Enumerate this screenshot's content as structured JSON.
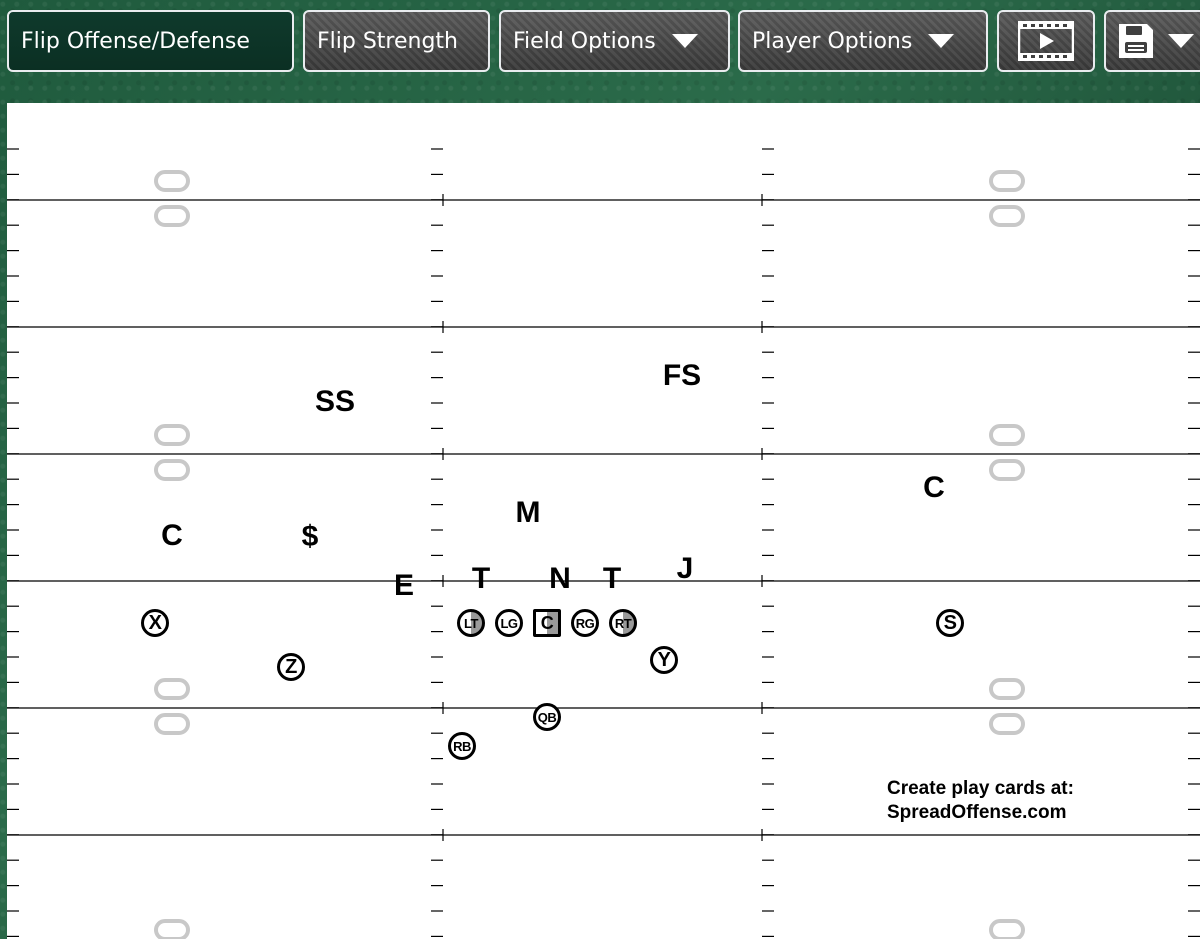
{
  "toolbar": {
    "flip_offense_defense": "Flip Offense/Defense",
    "flip_strength": "Flip Strength",
    "field_options": "Field Options",
    "player_options": "Player Options"
  },
  "defense": {
    "fs": "FS",
    "ss": "SS",
    "m": "M",
    "c_left": "C",
    "c_right": "C",
    "money": "$",
    "e": "E",
    "t_left": "T",
    "n": "N",
    "t_right": "T",
    "j": "J"
  },
  "offense": {
    "x": "X",
    "z": "Z",
    "lt": "LT",
    "lg": "LG",
    "c": "C",
    "rg": "RG",
    "rt": "RT",
    "y": "Y",
    "s": "S",
    "qb": "QB",
    "rb": "RB"
  },
  "credit": {
    "line1": "Create play cards at:",
    "line2": "SpreadOffense.com"
  },
  "colors": {
    "turf": "#2b6b4a",
    "active_button": "#0f3a2c",
    "button": "#4a4a4a"
  }
}
